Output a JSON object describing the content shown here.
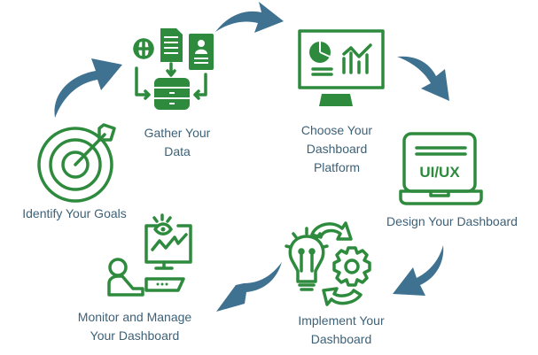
{
  "title": "Dashboard Creation Cycle",
  "steps": [
    {
      "label_lines": [
        "Identify Your Goals"
      ],
      "icon": "target-icon"
    },
    {
      "label_lines": [
        "Gather Your",
        "Data"
      ],
      "icon": "database-sources-icon"
    },
    {
      "label_lines": [
        "Choose Your",
        "Dashboard",
        "Platform"
      ],
      "icon": "monitor-chart-icon"
    },
    {
      "label_lines": [
        "Design Your Dashboard"
      ],
      "icon": "laptop-uiux-icon"
    },
    {
      "label_lines": [
        "Implement Your",
        "Dashboard"
      ],
      "icon": "lightbulb-gear-icon"
    },
    {
      "label_lines": [
        "Monitor and Manage",
        "Your Dashboard"
      ],
      "icon": "person-monitor-icon"
    }
  ],
  "icon_text": {
    "uiux": "UI/UX"
  },
  "colors": {
    "icon": "#2e8b3e",
    "arrow": "#3f7190",
    "text": "#3d6177"
  }
}
